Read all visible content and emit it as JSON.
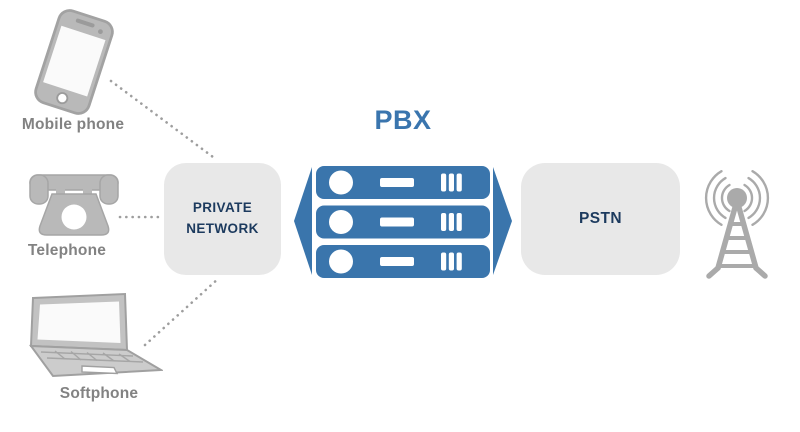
{
  "diagram": {
    "title": "PBX",
    "devices": [
      {
        "label": "Mobile phone"
      },
      {
        "label": "Telephone"
      },
      {
        "label": "Softphone"
      }
    ],
    "nodes": {
      "private_network": {
        "label": "PRIVATE NETWORK"
      },
      "pstn": {
        "label": "PSTN"
      }
    },
    "icons": [
      "mobile-phone-icon",
      "telephone-icon",
      "laptop-icon",
      "arrow-left-icon",
      "server-rack-icon",
      "arrow-right-icon",
      "radio-tower-icon"
    ],
    "connectors": [
      "mobile-to-private-network",
      "telephone-to-private-network",
      "softphone-to-private-network"
    ],
    "colors": {
      "accent_blue": "#3a75ac",
      "heading_navy": "#1c3a5e",
      "node_background": "#e8e8e8",
      "icon_gray": "#ababab",
      "label_gray": "#828282",
      "connector_gray": "#9e9e9e"
    }
  }
}
